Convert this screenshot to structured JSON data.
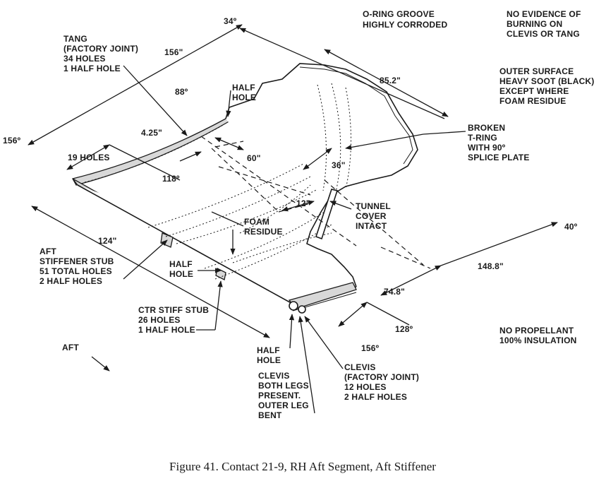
{
  "labels": {
    "dim_34deg": "34º",
    "o_ring_l1": "O-RING GROOVE",
    "o_ring_l2": "HIGHLY CORRODED",
    "no_evid_l1": "NO EVIDENCE OF",
    "no_evid_l2": "BURNING ON",
    "no_evid_l3": "CLEVIS OR TANG",
    "tang_l1": "TANG",
    "tang_l2": "(FACTORY JOINT)",
    "tang_l3": "34 HOLES",
    "tang_l4": "1 HALF HOLE",
    "dim_156in": "156\"",
    "dim_85_2in": "85.2\"",
    "outer_l1": "OUTER SURFACE",
    "outer_l2": "HEAVY SOOT (BLACK)",
    "outer_l3": "EXCEPT WHERE",
    "outer_l4": "FOAM RESIDUE",
    "dim_88deg": "88º",
    "half_hole_top_l1": "HALF",
    "half_hole_top_l2": "HOLE",
    "dim_156deg_left": "156º",
    "dim_4_25in": "4.25\"",
    "broken_l1": "BROKEN",
    "broken_l2": "T-RING",
    "broken_l3": "WITH 90º",
    "broken_l4": "SPLICE PLATE",
    "holes_19": "19 HOLES",
    "dim_60in": "60\"",
    "dim_36in": "36\"",
    "dim_118deg": "118º",
    "dim_12in": "12\"",
    "tunnel_l1": "TUNNEL",
    "tunnel_l2": "COVER",
    "tunnel_l3": "INTACT",
    "dim_40deg": "40º",
    "dim_124in": "124\"",
    "foam_l1": "FOAM",
    "foam_l2": "RESIDUE",
    "aft_stub_l1": "AFT",
    "aft_stub_l2": "STIFFENER STUB",
    "aft_stub_l3": "51 TOTAL HOLES",
    "aft_stub_l4": "2 HALF HOLES",
    "half_hole_mid_l1": "HALF",
    "half_hole_mid_l2": "HOLE",
    "dim_148_8in": "148.8\"",
    "dim_74_8in": "74.8\"",
    "ctr_l1": "CTR STIFF STUB",
    "ctr_l2": "26 HOLES",
    "ctr_l3": "1 HALF HOLE",
    "dim_128deg": "128º",
    "no_prop_l1": "NO PROPELLANT",
    "no_prop_l2": "100% INSULATION",
    "aft": "AFT",
    "dim_156deg_bottom": "156º",
    "half_hole_bot_l1": "HALF",
    "half_hole_bot_l2": "HOLE",
    "clevis_fj_l1": "CLEVIS",
    "clevis_fj_l2": "(FACTORY JOINT)",
    "clevis_fj_l3": "12 HOLES",
    "clevis_fj_l4": "2 HALF HOLES",
    "clevis_legs_l1": "CLEVIS",
    "clevis_legs_l2": "BOTH LEGS",
    "clevis_legs_l3": "PRESENT.",
    "clevis_legs_l4": "OUTER LEG",
    "clevis_legs_l5": "BENT"
  },
  "caption": "Figure 41. Contact 21-9, RH Aft Segment, Aft Stiffener"
}
